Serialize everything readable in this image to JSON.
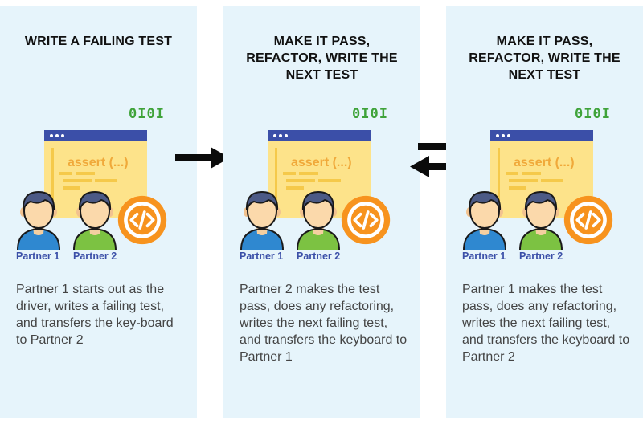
{
  "panels": [
    {
      "title": "WRITE A FAILING TEST",
      "binary": "0I0I",
      "code_text": "assert (...)",
      "partner1": "Partner 1",
      "partner2": "Partner 2",
      "description": "Partner 1 starts out as the driver, writes a failing test, and transfers the key-board to Partner 2"
    },
    {
      "title": "MAKE IT PASS, REFACTOR, WRITE THE NEXT TEST",
      "binary": "0I0I",
      "code_text": "assert (...)",
      "partner1": "Partner 1",
      "partner2": "Partner 2",
      "description": "Partner 2 makes the test pass, does any refactoring, writes the next failing test, and transfers the keyboard to Partner 1"
    },
    {
      "title": "MAKE IT PASS, REFACTOR, WRITE THE NEXT TEST",
      "binary": "0I0I",
      "code_text": "assert (...)",
      "partner1": "Partner 1",
      "partner2": "Partner 2",
      "description": "Partner 1 makes the test pass, does any refactoring, writes the next failing test, and transfers the keyboard to Partner 2"
    }
  ],
  "arrows": [
    "arrow-right-icon",
    "swap-arrows-icon"
  ],
  "colors": {
    "panel_bg": "#e6f4fb",
    "window_header": "#3b4fa8",
    "window_body": "#fde38a",
    "code_badge": "#f7931e",
    "partner1_shirt": "#2f88d0",
    "partner2_shirt": "#7cc242",
    "binary": "#3fa33a"
  }
}
